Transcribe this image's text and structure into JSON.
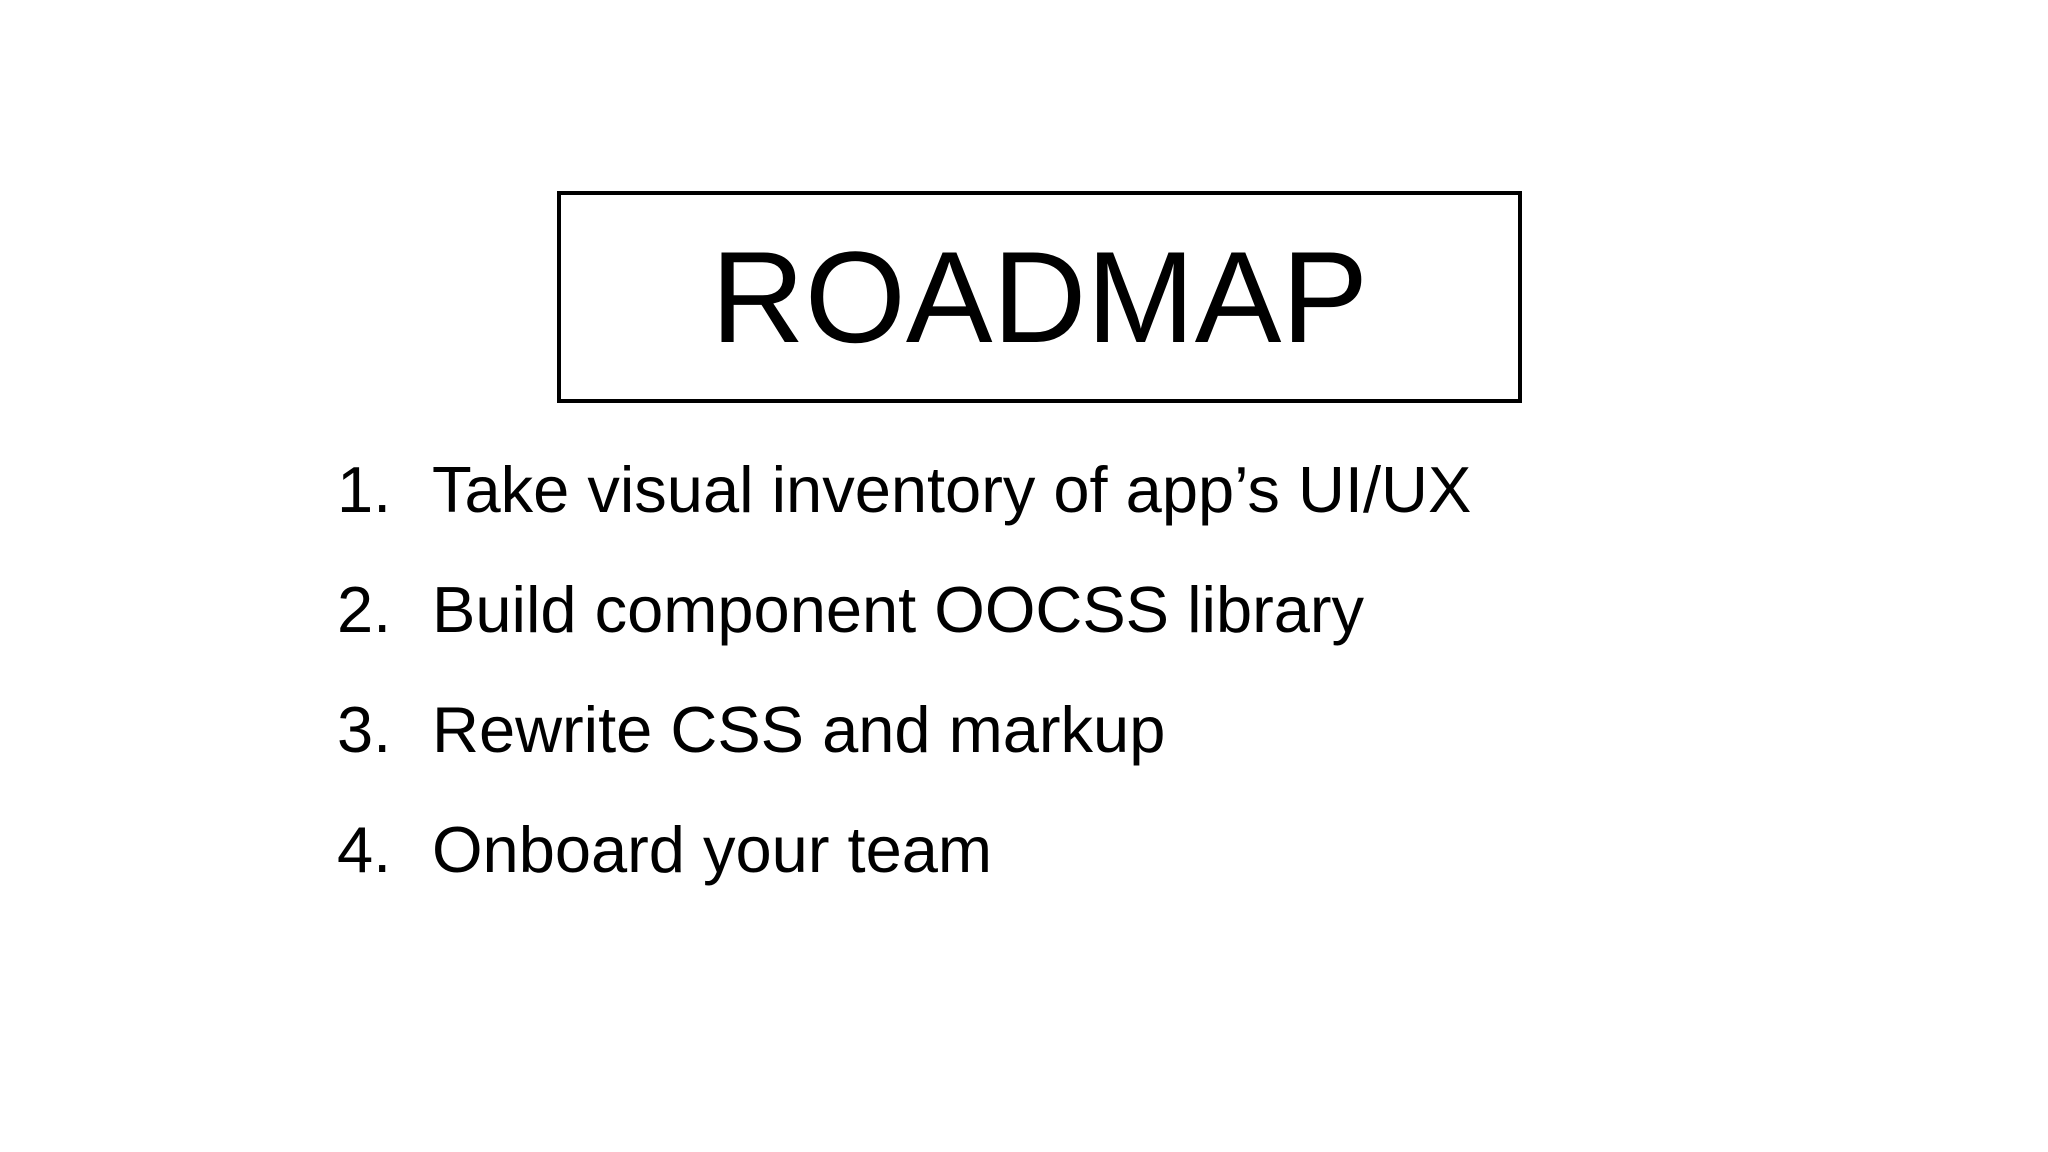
{
  "slide": {
    "title": "ROADMAP",
    "items": [
      {
        "number": "1.",
        "text": "Take visual inventory of app’s UI/UX"
      },
      {
        "number": "2.",
        "text": "Build component OOCSS library"
      },
      {
        "number": "3.",
        "text": "Rewrite CSS and markup"
      },
      {
        "number": "4.",
        "text": "Onboard your team"
      }
    ]
  }
}
